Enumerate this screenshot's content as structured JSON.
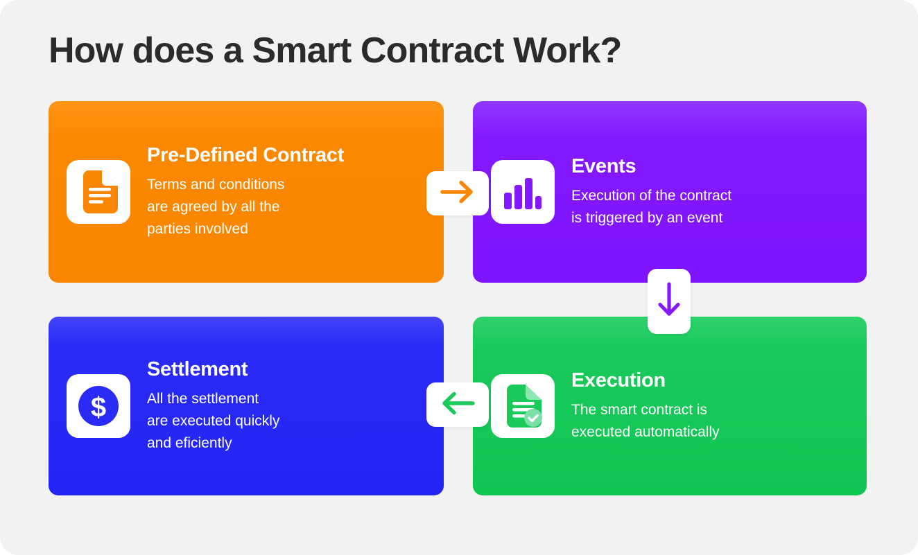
{
  "page": {
    "title": "How does a Smart Contract Work?",
    "background_color": "#f2f2f3",
    "title_color": "#2b2b2e"
  },
  "cards": [
    {
      "id": "pre-defined-contract",
      "title": "Pre-Defined Contract",
      "description": "Terms and conditions\nare agreed by all the\nparties involved",
      "color": "#fa8500",
      "icon": "document-icon"
    },
    {
      "id": "events",
      "title": "Events",
      "description": "Execution of the contract\nis triggered by an event",
      "color": "#8419ff",
      "icon": "bar-chart-icon"
    },
    {
      "id": "settlement",
      "title": "Settlement",
      "description": "All the settlement\nare executed quickly\nand eficiently",
      "color": "#2b2bf7",
      "icon": "dollar-coin-icon"
    },
    {
      "id": "execution",
      "title": "Execution",
      "description": "The smart contract is\nexecuted automatically",
      "color": "#19c95a",
      "icon": "document-check-icon"
    }
  ],
  "connectors": [
    {
      "id": "contract-to-events",
      "icon": "arrow-right-icon",
      "color": "#fa8500",
      "direction": "right"
    },
    {
      "id": "events-to-execution",
      "icon": "arrow-down-icon",
      "color": "#8419ff",
      "direction": "down"
    },
    {
      "id": "execution-to-settlement",
      "icon": "arrow-left-icon",
      "color": "#19c95a",
      "direction": "left"
    }
  ],
  "chart_data": {
    "type": "bar",
    "categories": [
      "1",
      "2",
      "3",
      "4"
    ],
    "values": [
      40,
      62,
      80,
      32
    ],
    "title": "",
    "xlabel": "",
    "ylabel": "",
    "ylim": [
      0,
      100
    ]
  }
}
